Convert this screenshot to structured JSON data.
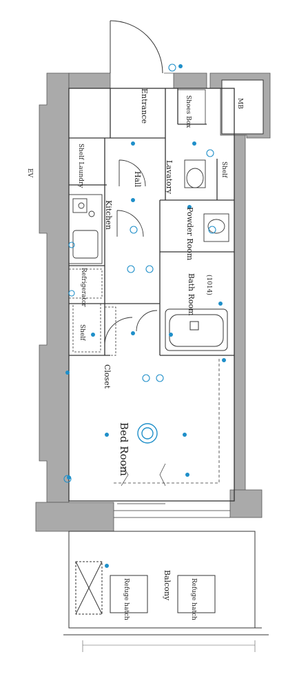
{
  "rooms": {
    "entrance": "Entrance",
    "shoes_box": "Shoes Box",
    "mb": "MB",
    "ev": "EV",
    "shelf_laundry": "Shelf Laundry",
    "hall": "Hall",
    "lavatory": "Lavatory",
    "shelf": "Shelf",
    "kitchen": "Kitchen",
    "powder_room": "Powder Room",
    "refrigerator": "Refrigerator",
    "bath_room": "Bath Room",
    "bath_size": "(1014)",
    "shelf_small": "Shelf",
    "closet": "Closet",
    "bed_room": "Bed Room",
    "balcony": "Balcony",
    "refuge_hatch_1": "Refuge hatch",
    "refuge_hatch_2": "Refuge hatch"
  },
  "colors": {
    "wall_fill": "#aaaaaa",
    "line": "#333333",
    "fixture_blue": "#1f8fc9",
    "background": "#ffffff"
  }
}
